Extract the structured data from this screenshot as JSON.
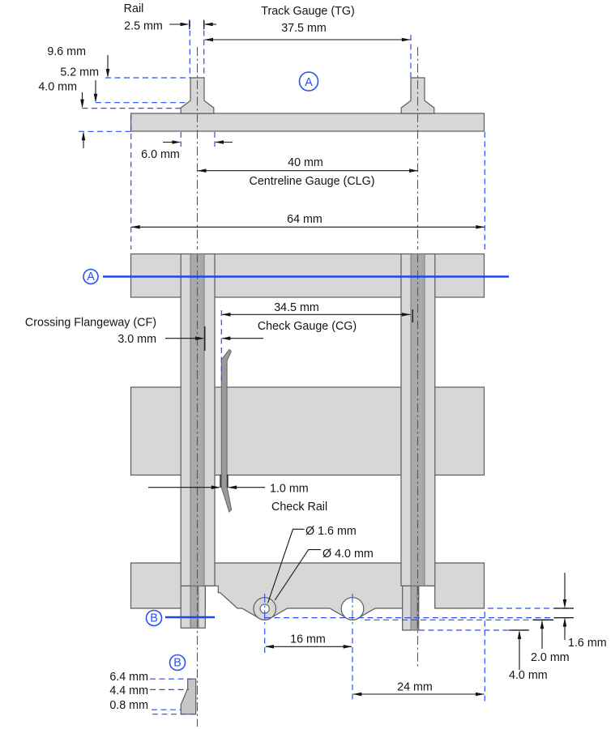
{
  "colors": {
    "background": "#ffffff",
    "part_fill": "#d7d7d7",
    "rail_head_band": "#a9a9a9",
    "check_rail_fill": "#9a9a9a",
    "outline": "#5c5c5c",
    "centreline_blue": "#2b4ff2",
    "section_line_blue": "#1d45f2",
    "dimension_black": "#141414"
  },
  "sections": {
    "a": "A",
    "b": "B"
  },
  "top_view": {
    "rail_label": "Rail",
    "rail_width": "2.5 mm",
    "track_gauge_label": "Track Gauge (TG)",
    "track_gauge_value": "37.5 mm",
    "rail_height": "9.6 mm",
    "head_to_base": "5.2 mm",
    "foot_to_base": "4.0 mm",
    "foot_width": "6.0 mm",
    "centreline_gauge_value": "40 mm",
    "centreline_gauge_label": "Centreline Gauge (CLG)",
    "overall_width": "64 mm"
  },
  "plan_view": {
    "check_gauge_value": "34.5 mm",
    "check_gauge_label": "Check Gauge (CG)",
    "crossing_flangeway_label": "Crossing Flangeway (CF)",
    "crossing_flangeway_value": "3.0 mm",
    "check_rail_value": "1.0 mm",
    "check_rail_label": "Check Rail",
    "hole_small": "Ø 1.6 mm",
    "hole_large": "Ø 4.0 mm",
    "hole_spacing": "16 mm",
    "hole_edge_offset": "24 mm"
  },
  "right_dims": {
    "depth1": "1.6 mm",
    "depth2": "2.0 mm",
    "depth3": "4.0 mm"
  },
  "section_b_view": {
    "height": "6.4 mm",
    "mid": "4.4 mm",
    "base": "0.8 mm"
  }
}
